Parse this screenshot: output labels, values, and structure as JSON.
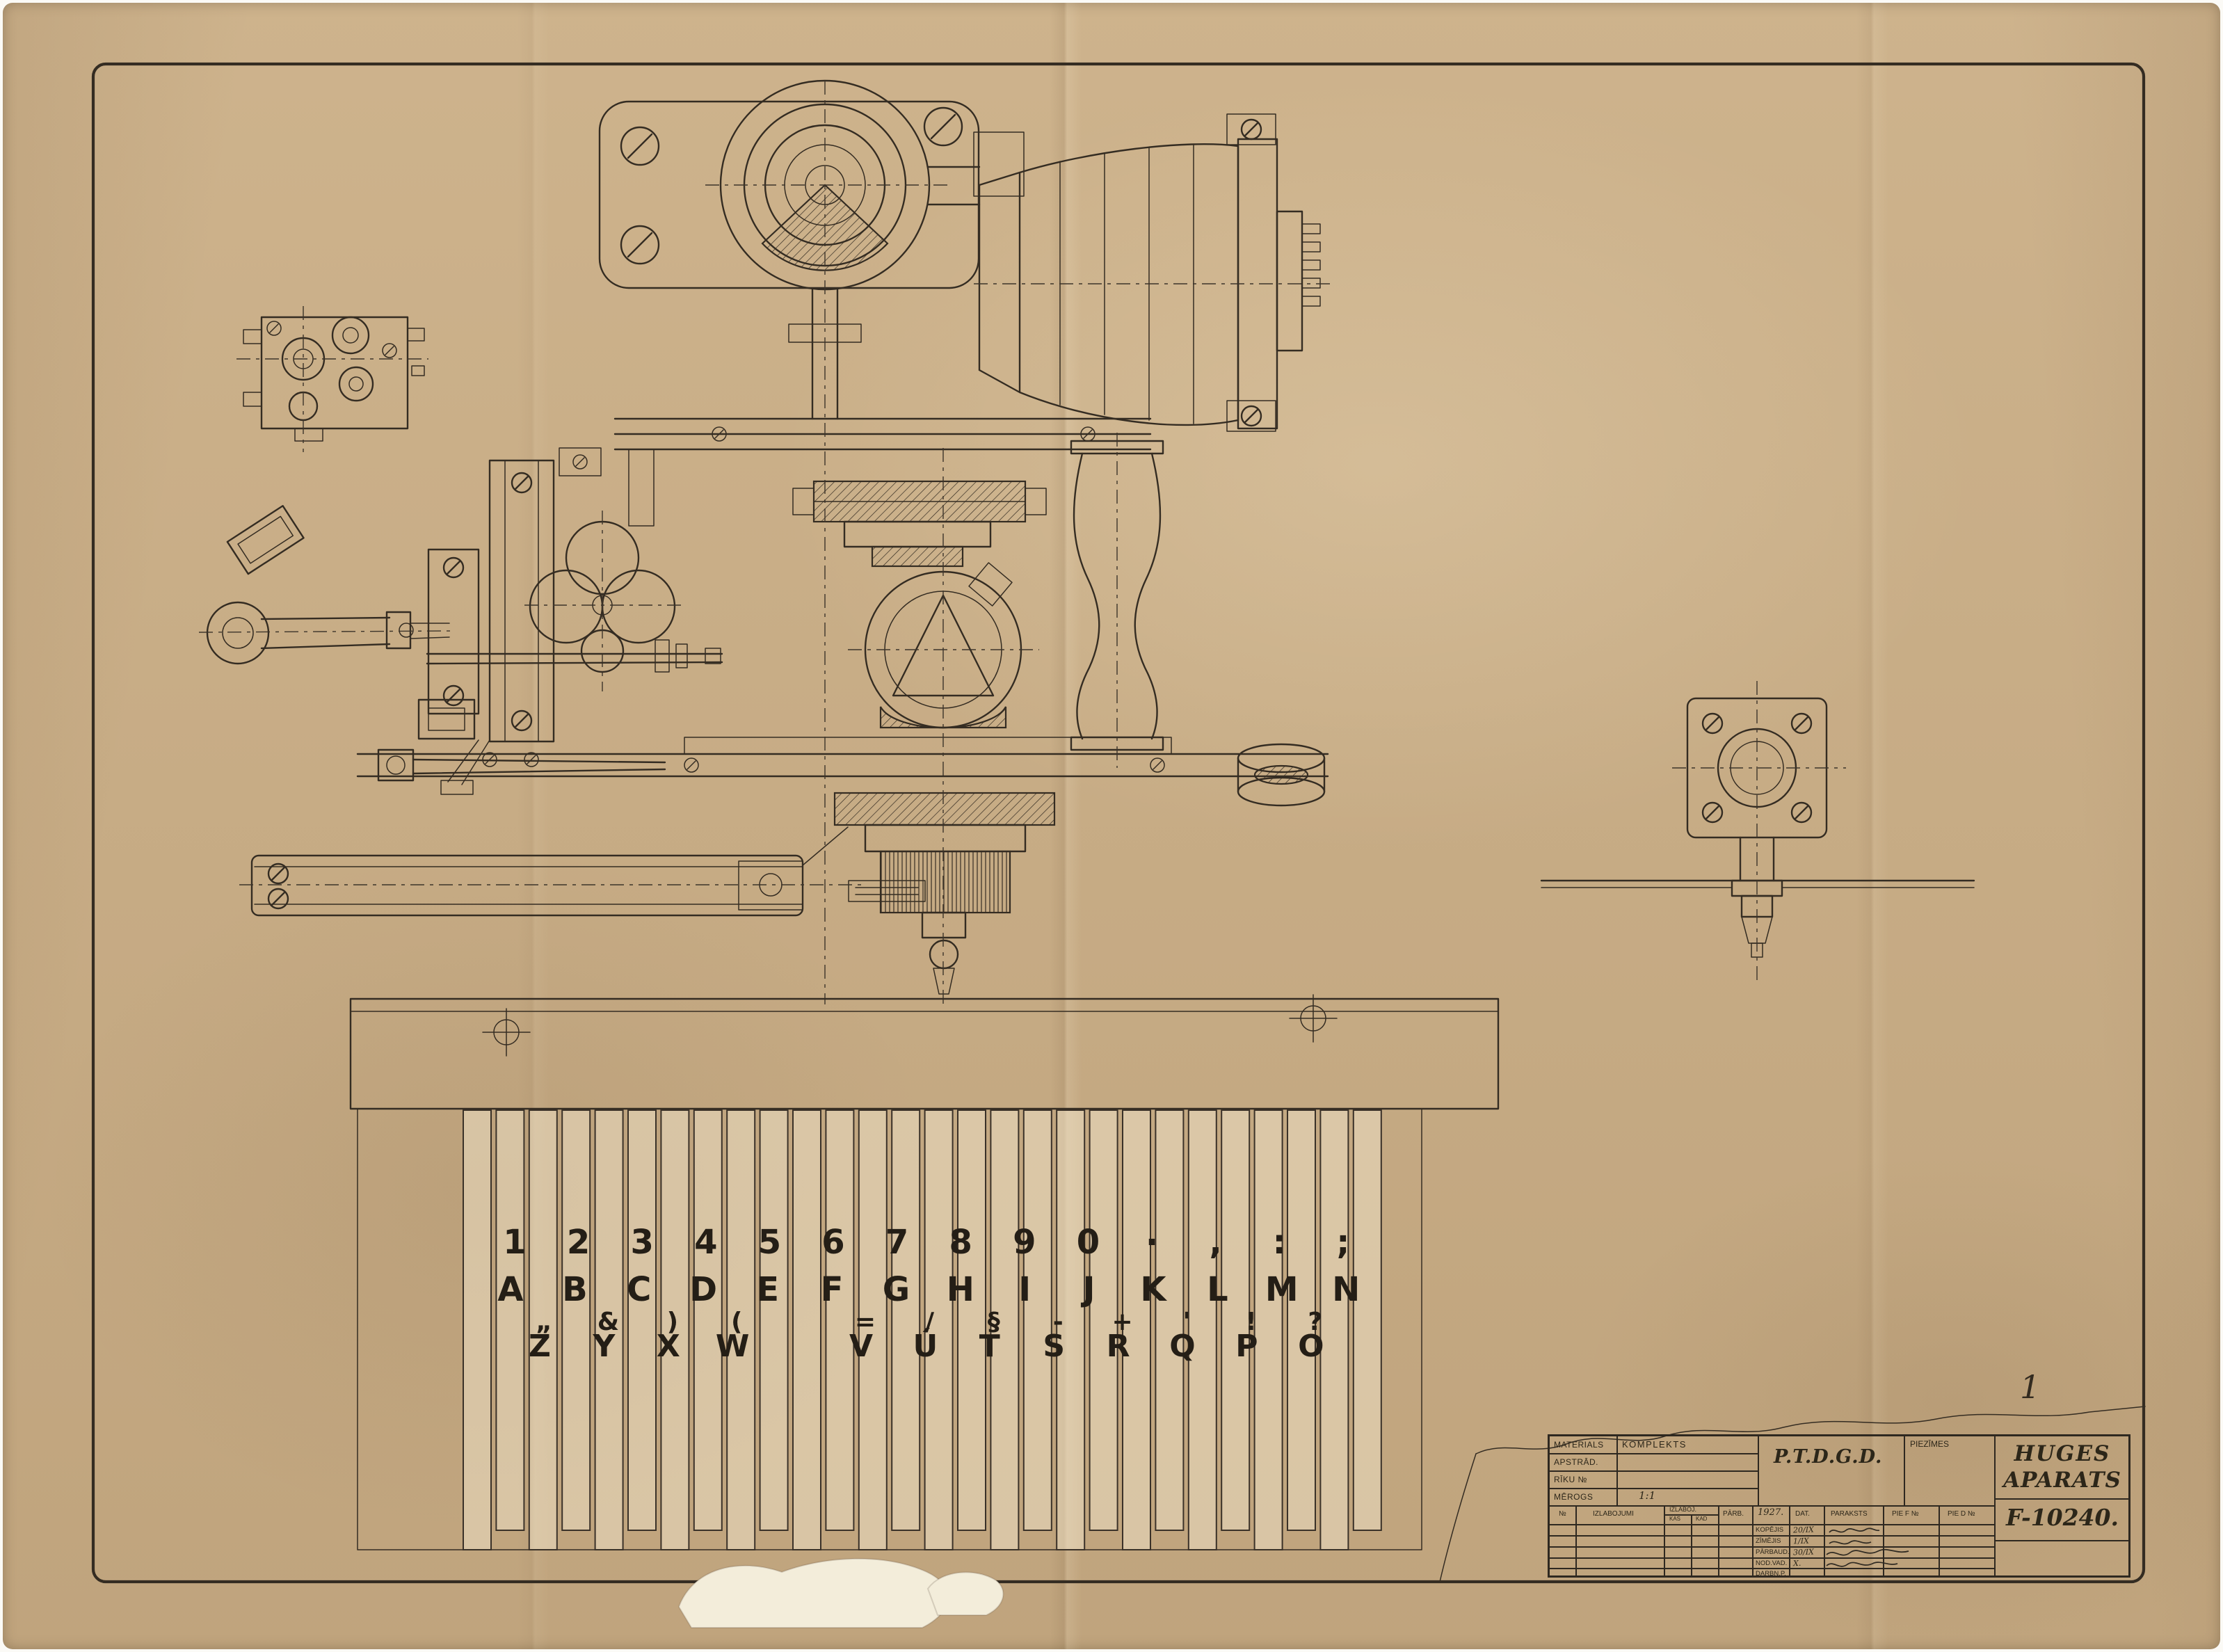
{
  "title_block": {
    "materials_label": "MATERIALS",
    "materials_value": "KOMPLEKTS",
    "apstrad_label": "APSTRĀD.",
    "riku_label": "RĪKU №",
    "merogs_label": "MĒROGS",
    "merogs_value": "1:1",
    "organization": "P.T.D.G.D.",
    "piezimes_label": "PIEZĪMES",
    "title_line1": "HUGES",
    "title_line2": "APARATS",
    "drawing_number": "F-10240.",
    "annotation_mark": "1",
    "header": {
      "no": "№",
      "izlabojumi": "IZLABOJUMI",
      "izlaboj": "IZLABOJ.",
      "kas": "KAS",
      "kad": "KAD",
      "parb": "PĀRB.",
      "year": "1927.",
      "dat": "DAT.",
      "paraksts": "PARAKSTS",
      "pie_f": "PIE F №",
      "pie_d": "PIE D №"
    },
    "rows": [
      {
        "label": "KOPĒJIS",
        "dat": "20/IX"
      },
      {
        "label": "ZĪMĒJIS",
        "dat": "1/IX"
      },
      {
        "label": "PĀRBAUD.",
        "dat": "30/IX"
      },
      {
        "label": "NOD.VAD.",
        "dat": "X."
      },
      {
        "label": "DARBN.P.",
        "dat": ""
      }
    ]
  },
  "keyboard": {
    "row_numbers": [
      "1",
      "2",
      "3",
      "4",
      "5",
      "6",
      "7",
      "8",
      "9",
      "0",
      "·",
      ",",
      ":",
      ";"
    ],
    "row_letters": [
      "A",
      "B",
      "C",
      "D",
      "E",
      "F",
      "G",
      "H",
      "I",
      "J",
      "K",
      "L",
      "M",
      "N"
    ],
    "row_symbols": [
      "„",
      "&",
      ")",
      "(",
      "",
      "=",
      "/",
      "§",
      "-",
      "+",
      "'",
      "!",
      "?",
      ""
    ],
    "row_bottom": [
      "Z",
      "Y",
      "X",
      "W",
      "",
      "V",
      "Ú",
      "T",
      "S",
      "R",
      "Q",
      "P",
      "O",
      ""
    ]
  },
  "colors": {
    "paper": "#c8ac84",
    "ink": "#342c22"
  }
}
